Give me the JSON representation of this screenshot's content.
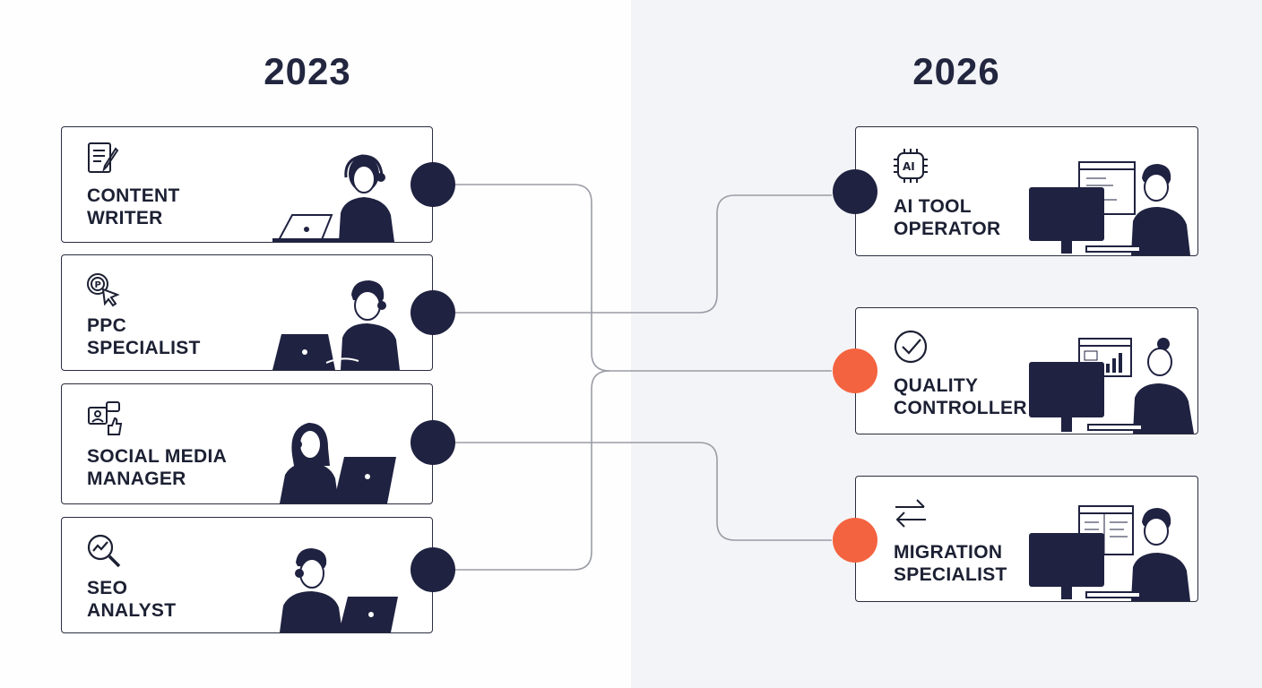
{
  "header": {
    "year_left": "2023",
    "year_right": "2026"
  },
  "roles_2023": [
    {
      "label_line1": "CONTENT",
      "label_line2": "WRITER",
      "icon": "document-pen-icon"
    },
    {
      "label_line1": "PPC",
      "label_line2": "SPECIALIST",
      "icon": "pay-per-click-cursor-icon"
    },
    {
      "label_line1": "SOCIAL MEDIA",
      "label_line2": "MANAGER",
      "icon": "social-like-chat-icon"
    },
    {
      "label_line1": "SEO",
      "label_line2": "ANALYST",
      "icon": "magnifier-trend-icon"
    }
  ],
  "roles_2026": [
    {
      "label_line1": "AI TOOL",
      "label_line2": "OPERATOR",
      "icon": "ai-chip-icon",
      "icon_text": "AI",
      "accent": "#1f2240"
    },
    {
      "label_line1": "QUALITY",
      "label_line2": "CONTROLLER",
      "icon": "check-circle-icon",
      "accent": "#f4633f"
    },
    {
      "label_line1": "MIGRATION",
      "label_line2": "SPECIALIST",
      "icon": "swap-arrows-icon",
      "accent": "#f4633f"
    }
  ],
  "colors": {
    "dark": "#1f2240",
    "orange": "#f4633f",
    "connector": "#9a9ca6",
    "right_panel": "#f3f4f7"
  }
}
